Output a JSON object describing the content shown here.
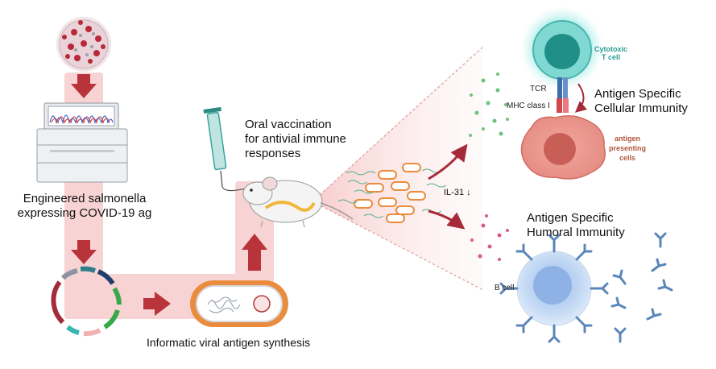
{
  "labels": {
    "engineered": [
      "Engineered salmonella",
      "expressing COVID-19 ag"
    ],
    "oral": [
      "Oral vaccination",
      "for antivial immune",
      "responses"
    ],
    "informatic": "Informatic viral antigen synthesis",
    "cytotoxic": [
      "Cytotoxic",
      "T cell"
    ],
    "tcr": "TCR",
    "mhc": "MHC class I",
    "cellular": [
      "Antigen Specific",
      "Cellular Immunity"
    ],
    "apc": [
      "antigen",
      "presenting",
      "cells"
    ],
    "il31": "IL-31 ↓",
    "humoral": [
      "Antigen Specific",
      "Humoral Immunity"
    ],
    "bcell": "B cell"
  },
  "colors": {
    "arrow": "#b8333a",
    "flow": "#f6c9c9",
    "tcell": "#1f8f88",
    "tcell_label": "#2a9c95",
    "apc": "#e07c73",
    "apc_label": "#b0563a",
    "bcell": "#bcd3f1",
    "antibody": "#5a86b9",
    "dots_green": "#6cc27a",
    "dots_pink": "#df5a7a"
  }
}
